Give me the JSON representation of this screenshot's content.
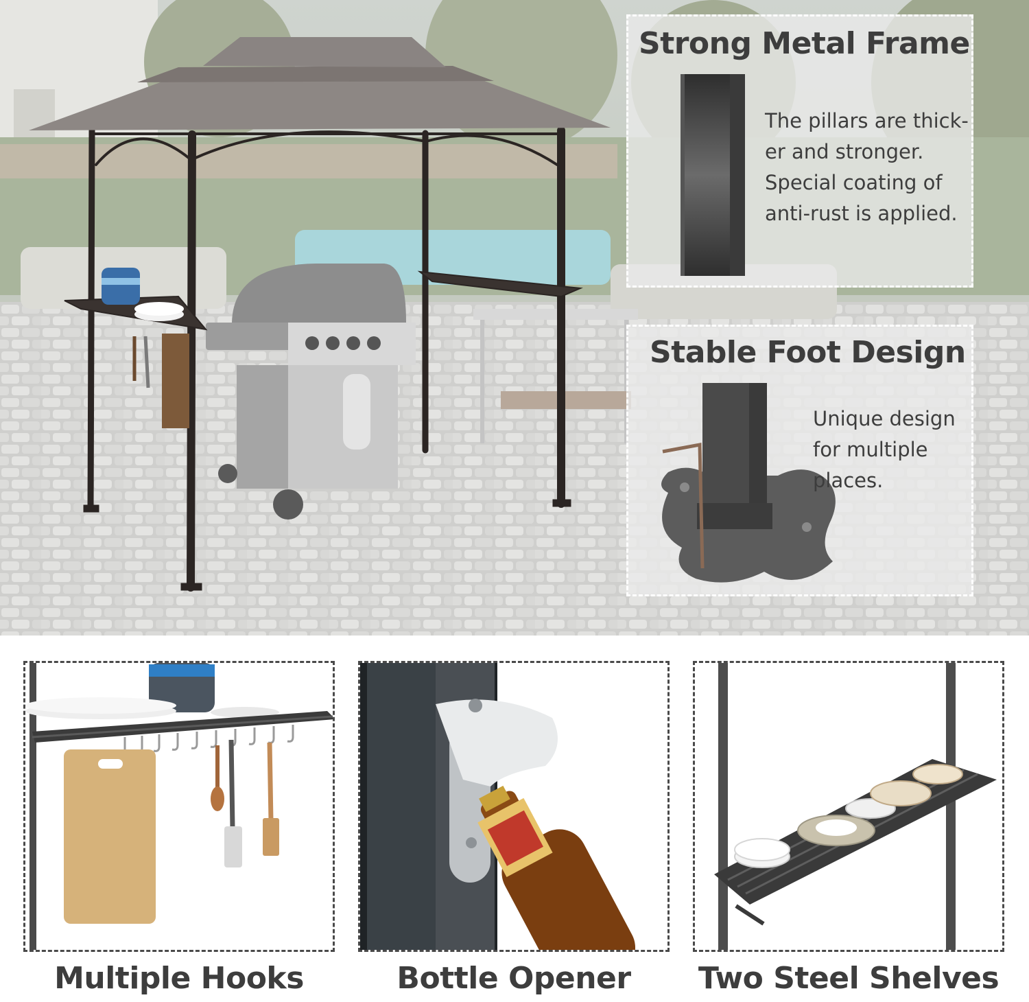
{
  "panels": {
    "frame": {
      "title": "Strong Metal Frame",
      "text": "The pillars are thick-\ner and stronger.\nSpecial coating of\nanti-rust is applied."
    },
    "foot": {
      "title": "Stable Foot Design",
      "text": "Unique design\nfor multiple\nplaces."
    }
  },
  "details": [
    {
      "caption": "Multiple Hooks"
    },
    {
      "caption": "Bottle Opener"
    },
    {
      "caption": "Two Steel Shelves"
    }
  ],
  "colors": {
    "frame": "#2b2523",
    "canopy": "#8d8784",
    "text": "#3d3d3d",
    "panel_border": "#ffffff",
    "detail_border": "#4a4a4a"
  }
}
